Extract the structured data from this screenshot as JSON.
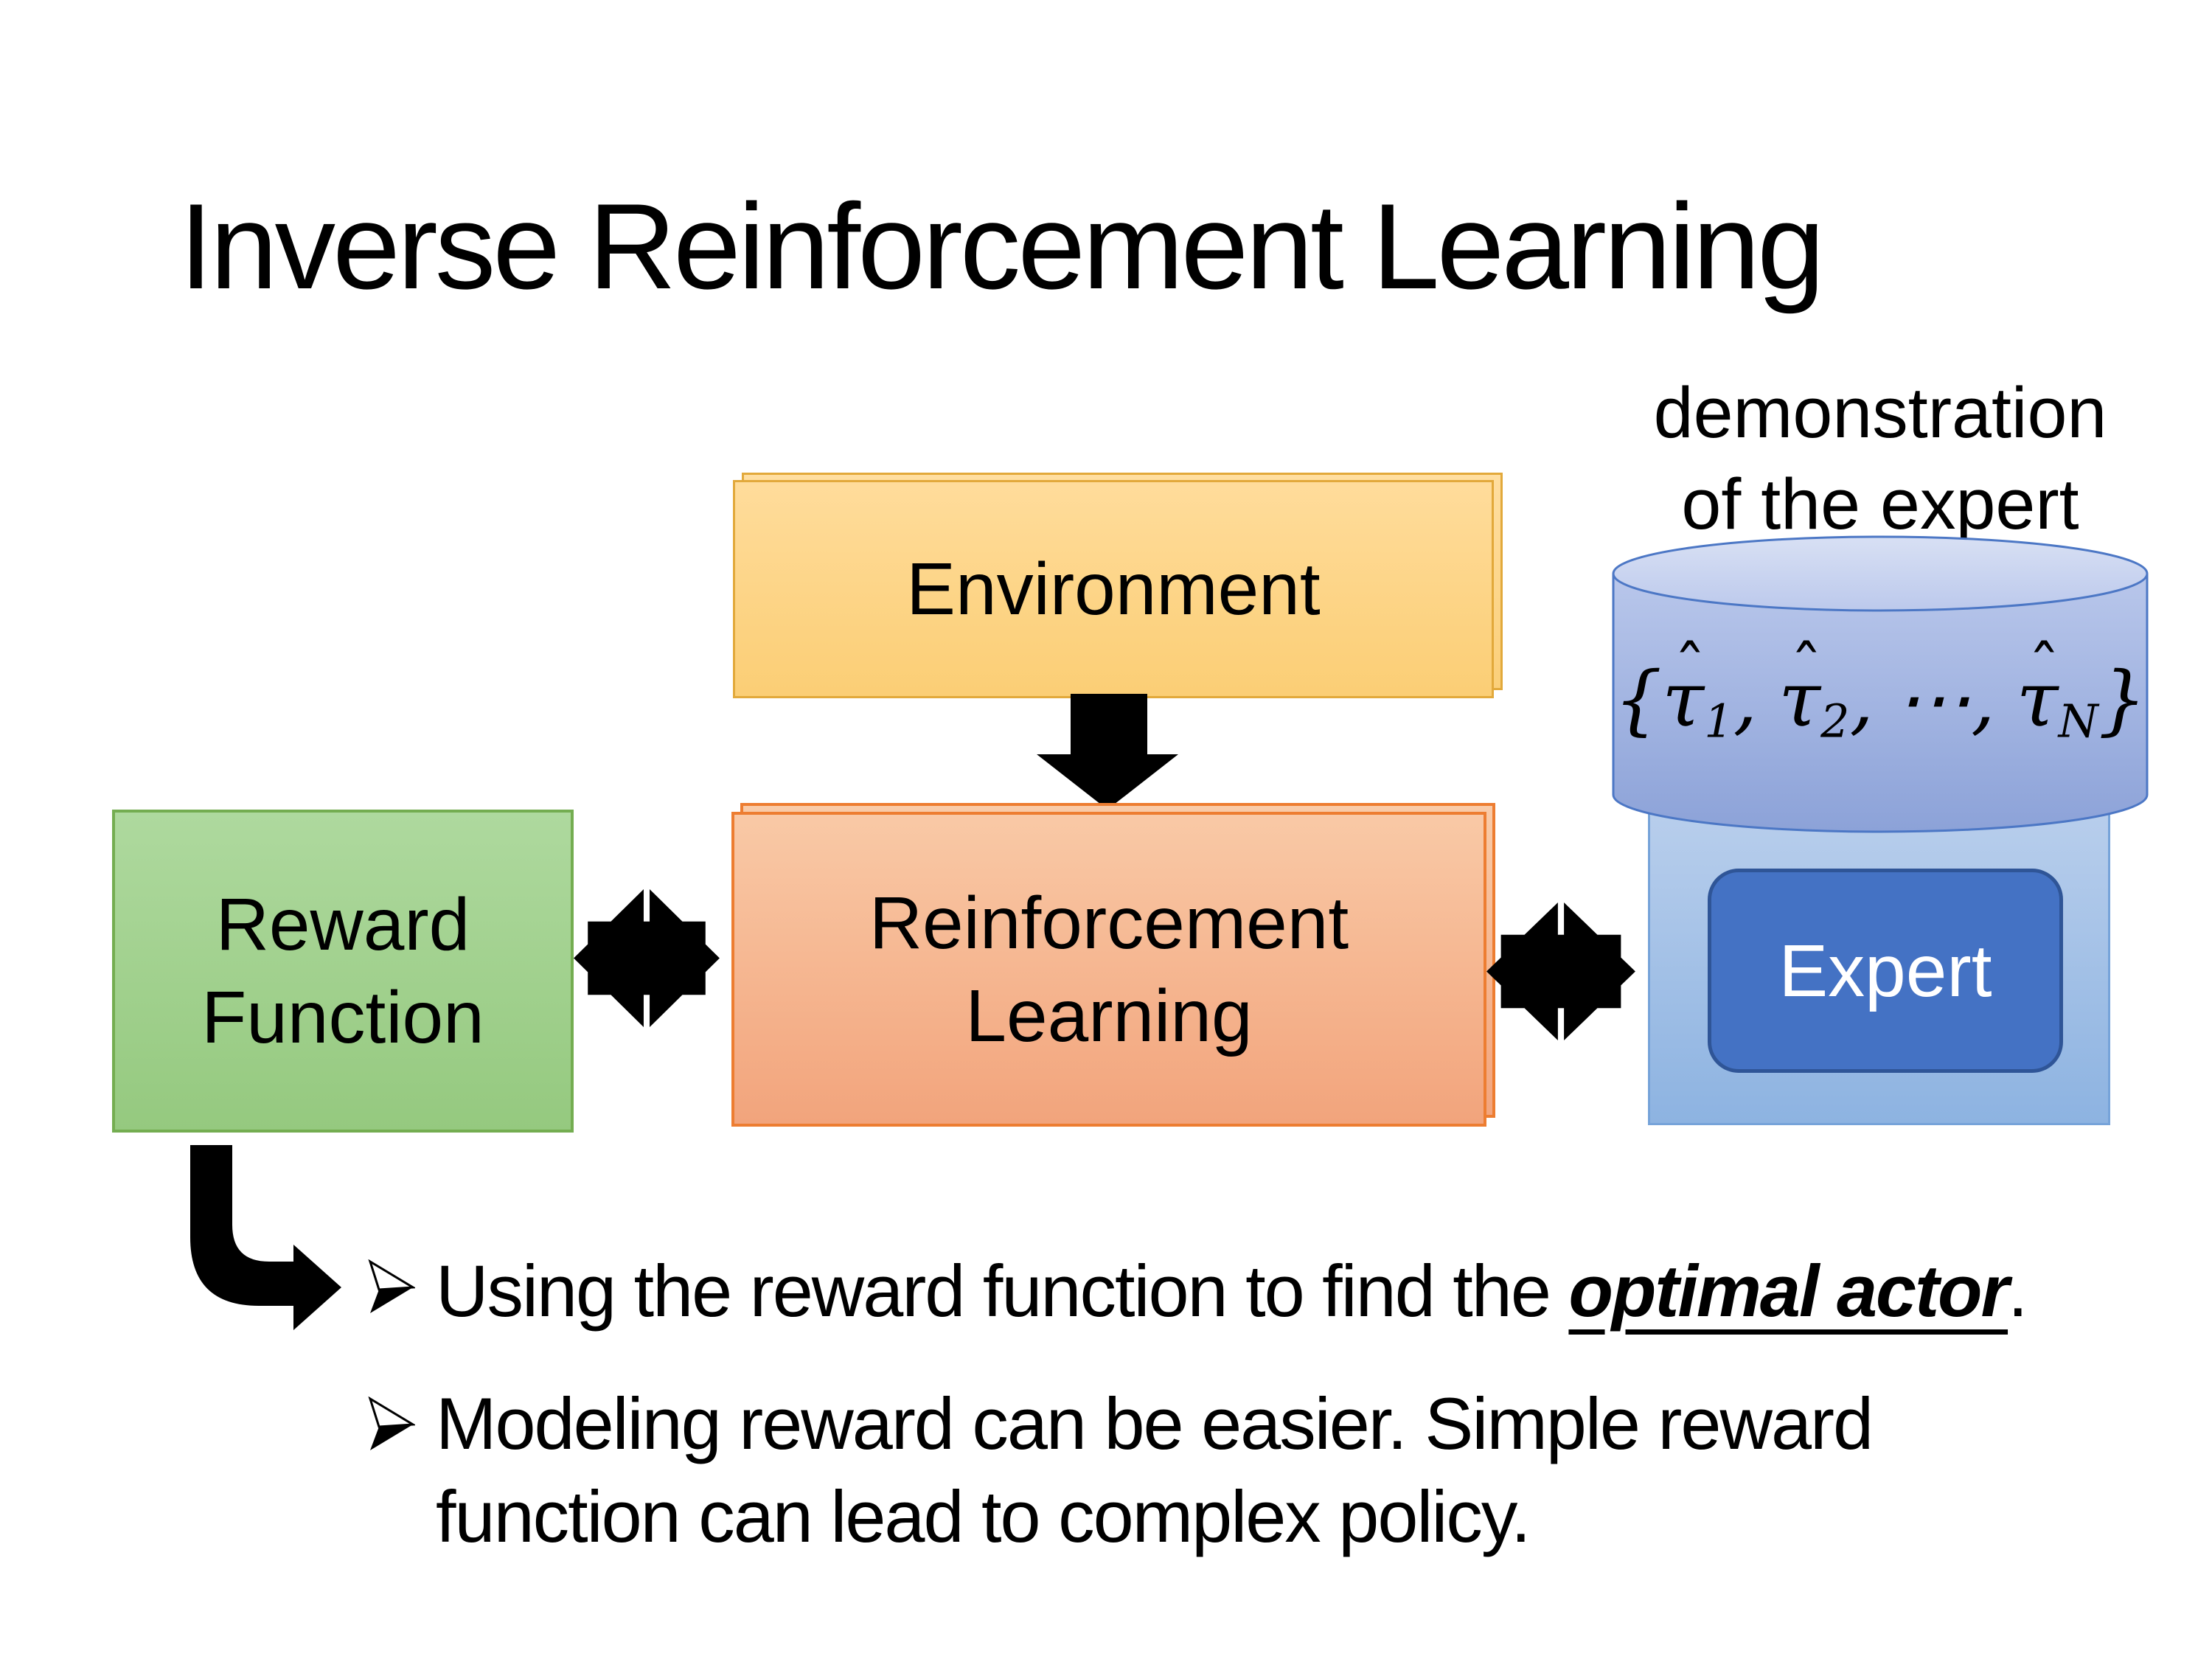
{
  "slide": {
    "title": "Inverse Reinforcement Learning",
    "demo_label": {
      "line1": "demonstration",
      "line2": "of the expert"
    },
    "boxes": {
      "environment": {
        "label": "Environment"
      },
      "reward_function": {
        "line1": "Reward",
        "line2": "Function"
      },
      "reinforcement_learning": {
        "line1": "Reinforcement",
        "line2": "Learning"
      },
      "expert": {
        "label": "Expert"
      }
    },
    "formula": {
      "open": "{",
      "tau": "τ",
      "hat": "ˆ",
      "sub1": "1",
      "sub2": "2",
      "dots": "⋯",
      "subN": "N",
      "comma": ",",
      "close": "}"
    },
    "bullets": {
      "b1": {
        "pre": "Using the reward function to find the ",
        "emphasis": "optimal actor",
        "post": "."
      },
      "b2": {
        "line1": "Modeling reward can be easier. Simple reward",
        "line2": "function can lead to complex policy."
      }
    }
  },
  "colors": {
    "environment_fill_top": "#FFDC9B",
    "environment_fill_bottom": "#FBCE75",
    "environment_border": "#E2A93B",
    "reward_fill_top": "#AED99E",
    "reward_fill_bottom": "#95C97F",
    "reward_border": "#74AD51",
    "rl_fill_top": "#F9C9A6",
    "rl_fill_bottom": "#F2A47C",
    "rl_border": "#ED7D31",
    "expert_outer_fill_top": "#B8CEEC",
    "expert_outer_fill_bottom": "#8DB3E1",
    "expert_outer_border": "#76A3D9",
    "expert_fill": "#4472C4",
    "expert_border": "#2F5597",
    "expert_text": "#FFFFFF",
    "cylinder_top_fill": "#D8E0F4",
    "cylinder_body_top": "#B9C7EB",
    "cylinder_body_bottom": "#8CA2D8",
    "cylinder_border": "#4C77C5",
    "arrow_color": "#000000",
    "text_color": "#000000"
  }
}
